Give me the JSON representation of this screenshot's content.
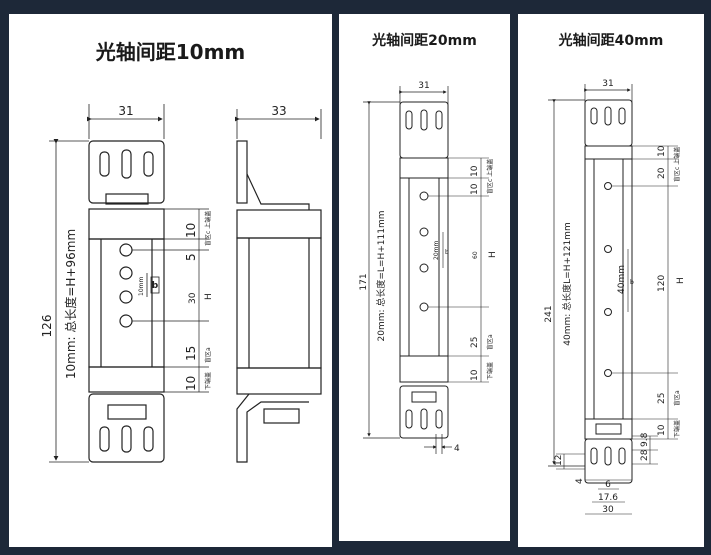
{
  "panels": [
    {
      "title": "光轴间距10mm",
      "width_dim": "31",
      "side_width_dim": "33",
      "height_dim": "126",
      "formula": "10mm: 总长度=H+96mm",
      "dims_right": [
        "10",
        "5",
        "30",
        "15",
        "10"
      ],
      "b_label": "b",
      "spacing_label": "10mm",
      "h_label": "H",
      "zone_top": "盲区c 上端盖",
      "zone_mid": "盲区",
      "zone_bottom_a": "盲区a",
      "zone_bottom": "下端盖"
    },
    {
      "title": "光轴间距20mm",
      "width_dim": "31",
      "height_dim": "171",
      "formula": "20mm: 总长度=L=H+111mm",
      "dims_right": [
        "10",
        "10",
        "60",
        "25",
        "10"
      ],
      "b_label": "b",
      "spacing_label": "20mm",
      "h_label": "H",
      "bottom_dim": "4",
      "zone_top": "盲区c 上端盖",
      "zone_bottom_a": "盲区a",
      "zone_bottom": "下端盖"
    },
    {
      "title": "光轴间距40mm",
      "width_dim": "31",
      "height_dim": "241",
      "formula": "40mm: 总长度L=H+121mm",
      "dims_right": [
        "10",
        "20",
        "120",
        "25",
        "10"
      ],
      "b_label": "b",
      "spacing_label": "40mm",
      "h_label": "H",
      "dim_98": "9.8",
      "dim_28": "28",
      "dim_12": "12",
      "dim_4": "4",
      "dim_6": "6",
      "dim_176": "17.6",
      "dim_30": "30",
      "zone_top": "盲区c 上端盖",
      "zone_bottom_a": "盲区a",
      "zone_bottom": "下端盖"
    }
  ]
}
